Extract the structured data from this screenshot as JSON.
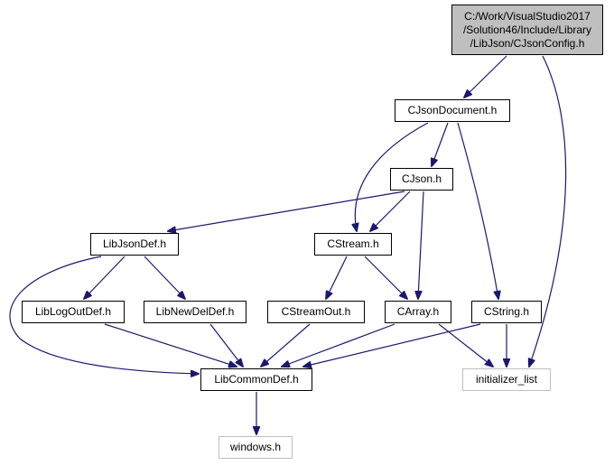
{
  "colors": {
    "edge": "#191970",
    "node_border": "#000000",
    "external_border": "#bfbfbf",
    "root_fill": "#bfbfbf",
    "background": "#ffffff"
  },
  "nodes": {
    "root": {
      "lines": [
        "C:/Work/VisualStudio2017",
        "/Solution46/Include/Library",
        "/LibJson/CJsonConfig.h"
      ]
    },
    "cjsondocument": {
      "label": "CJsonDocument.h"
    },
    "cjson": {
      "label": "CJson.h"
    },
    "libjsondef": {
      "label": "LibJsonDef.h"
    },
    "cstream": {
      "label": "CStream.h"
    },
    "liblogoutdef": {
      "label": "LibLogOutDef.h"
    },
    "libnewdeldef": {
      "label": "LibNewDelDef.h"
    },
    "cstreamout": {
      "label": "CStreamOut.h"
    },
    "carray": {
      "label": "CArray.h"
    },
    "cstring": {
      "label": "CString.h"
    },
    "libcommondef": {
      "label": "LibCommonDef.h"
    },
    "initializer_list": {
      "label": "initializer_list"
    },
    "windows": {
      "label": "windows.h"
    }
  },
  "edges": [
    [
      "root",
      "cjsondocument"
    ],
    [
      "root",
      "initializer_list"
    ],
    [
      "cjsondocument",
      "cjson"
    ],
    [
      "cjsondocument",
      "cstream"
    ],
    [
      "cjsondocument",
      "cstring"
    ],
    [
      "cjson",
      "libjsondef"
    ],
    [
      "cjson",
      "cstream"
    ],
    [
      "cjson",
      "carray"
    ],
    [
      "libjsondef",
      "liblogoutdef"
    ],
    [
      "libjsondef",
      "libnewdeldef"
    ],
    [
      "libjsondef",
      "libcommondef"
    ],
    [
      "cstream",
      "cstreamout"
    ],
    [
      "cstream",
      "carray"
    ],
    [
      "liblogoutdef",
      "libcommondef"
    ],
    [
      "libnewdeldef",
      "libcommondef"
    ],
    [
      "cstreamout",
      "libcommondef"
    ],
    [
      "carray",
      "libcommondef"
    ],
    [
      "carray",
      "initializer_list"
    ],
    [
      "cstring",
      "libcommondef"
    ],
    [
      "cstring",
      "initializer_list"
    ],
    [
      "libcommondef",
      "windows"
    ]
  ]
}
